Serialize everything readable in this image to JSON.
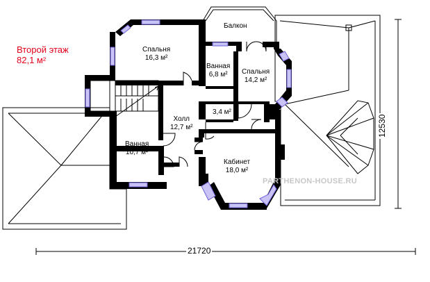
{
  "floor": {
    "title": "Второй этаж",
    "area": "82,1 м²"
  },
  "rooms": {
    "balcony": {
      "name": "Балкон"
    },
    "bedroom1": {
      "name": "Спальня",
      "area": "16,3 м²"
    },
    "bath1": {
      "name": "Ванная",
      "area": "6,8 м²"
    },
    "bedroom2": {
      "name": "Спальня",
      "area": "14,2 м²"
    },
    "closet": {
      "area": "3,4 м²"
    },
    "hall": {
      "name": "Холл",
      "area": "12,7 м²"
    },
    "bath2": {
      "name": "Ванная",
      "area": "10,7 м²"
    },
    "study": {
      "name": "Кабинет",
      "area": "18,0 м²"
    }
  },
  "dimensions": {
    "width": "21720",
    "depth": "12530"
  },
  "watermark": "PARTHENON-HOUSE.RU",
  "colors": {
    "wall": "#000000",
    "window": "#9c93e6",
    "title": "#e3001b"
  }
}
